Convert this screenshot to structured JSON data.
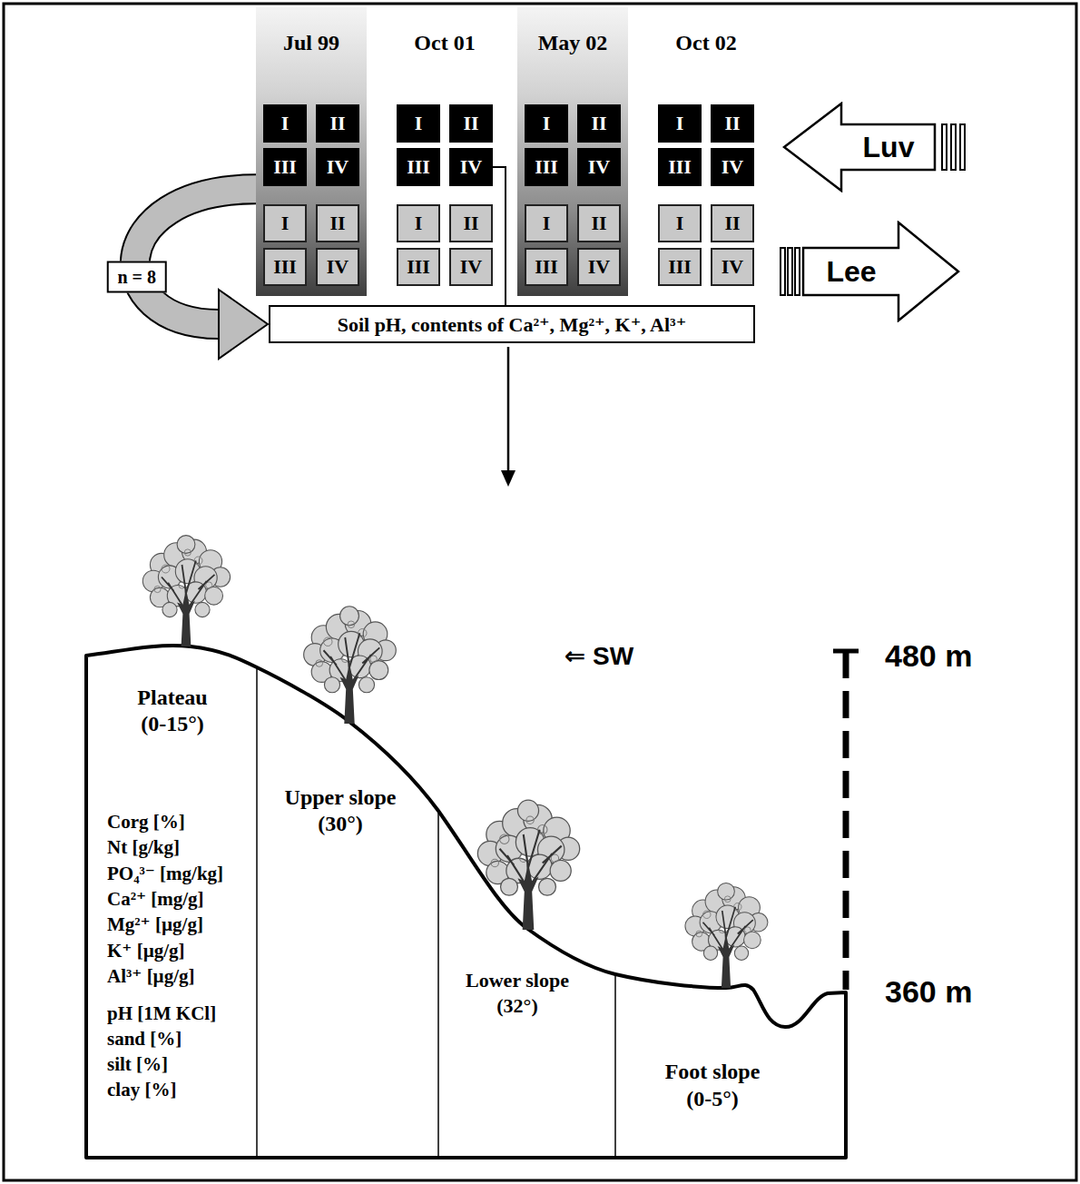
{
  "diagram": {
    "nodes": [
      {
        "text": [
          "Jul 99"
        ]
      },
      {
        "text": [
          "I"
        ],
        "in": 0
      },
      {
        "text": [
          "II"
        ],
        "in": 0
      },
      {
        "text": [
          "III"
        ],
        "in": 0
      },
      {
        "text": [
          "IV"
        ],
        "in": 0
      },
      {
        "text": [
          "I"
        ],
        "in": 0
      },
      {
        "text": [
          "II"
        ],
        "in": 0
      },
      {
        "text": [
          "III"
        ],
        "in": 0
      },
      {
        "text": [
          "IV"
        ],
        "in": 0
      },
      {
        "text": [
          "Oct 01"
        ]
      },
      {
        "text": [
          "I"
        ],
        "in": 9
      },
      {
        "text": [
          "II"
        ],
        "in": 9
      },
      {
        "text": [
          "III"
        ],
        "in": 9
      },
      {
        "text": [
          "IV"
        ],
        "in": 9
      },
      {
        "text": [
          "I"
        ],
        "in": 9
      },
      {
        "text": [
          "II"
        ],
        "in": 9
      },
      {
        "text": [
          "III"
        ],
        "in": 9
      },
      {
        "text": [
          "IV"
        ],
        "in": 9
      },
      {
        "text": [
          "May 02"
        ]
      },
      {
        "text": [
          "I"
        ],
        "in": 18
      },
      {
        "text": [
          "II"
        ],
        "in": 18
      },
      {
        "text": [
          "III"
        ],
        "in": 18
      },
      {
        "text": [
          "IV"
        ],
        "in": 18
      },
      {
        "text": [
          "I"
        ],
        "in": 18
      },
      {
        "text": [
          "II"
        ],
        "in": 18
      },
      {
        "text": [
          "III"
        ],
        "in": 18
      },
      {
        "text": [
          "IV"
        ],
        "in": 18
      },
      {
        "text": [
          "Oct 02"
        ]
      },
      {
        "text": [
          "I"
        ],
        "in": 27
      },
      {
        "text": [
          "II"
        ],
        "in": 27
      },
      {
        "text": [
          "III"
        ],
        "in": 27
      },
      {
        "text": [
          "IV"
        ],
        "in": 27
      },
      {
        "text": [
          "I"
        ],
        "in": 27
      },
      {
        "text": [
          "II"
        ],
        "in": 27
      },
      {
        "text": [
          "III"
        ],
        "in": 27
      },
      {
        "text": [
          "IV"
        ],
        "in": 27
      },
      {
        "text": [
          "Luv"
        ]
      },
      {
        "text": [
          "Lee"
        ]
      },
      {
        "text": [
          "Soil pH, contents of Ca²⁺, Mg²⁺, K⁺, Al³⁺"
        ]
      },
      {
        "text": [
          "Plateau",
          "(0-15°)",
          "Corg [%]",
          "Nt [g/kg]",
          "PO₄³⁻ [mg/kg]",
          "Ca²⁺ [mg/g]",
          "Mg²⁺ [µg/g]",
          "K⁺ [µg/g]",
          "Al³⁺ [µg/g]",
          "pH [1M KCl]",
          "sand [%]",
          "silt [%]",
          "clay [%]"
        ]
      },
      {
        "text": [
          "Upper slope",
          "(30°)"
        ]
      },
      {
        "text": [
          "Lower slope",
          "(32°)"
        ]
      },
      {
        "text": [
          "Foot slope",
          "(0-5°)"
        ]
      }
    ],
    "edges": [
      {
        "from": 0,
        "to": 38,
        "arrow": "to",
        "label": "n = 8"
      },
      {
        "from": 13,
        "to": 38,
        "arrow": "none"
      }
    ],
    "labels": [
      "⇐ SW",
      "480 m",
      "360 m"
    ]
  }
}
